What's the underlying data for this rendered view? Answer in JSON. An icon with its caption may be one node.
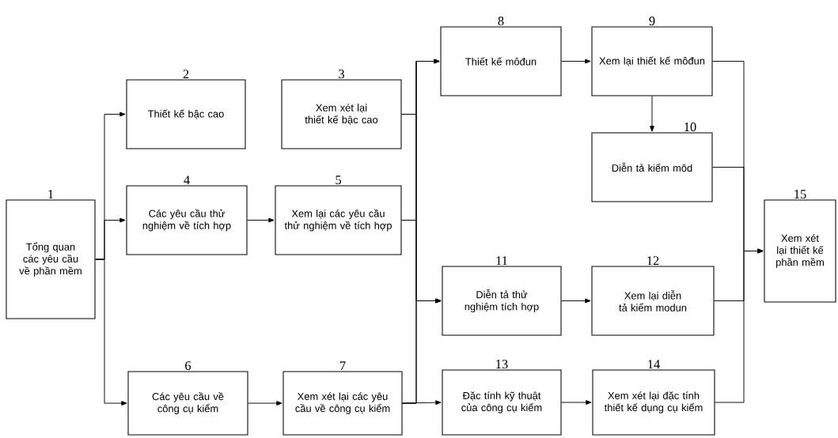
{
  "diagram": {
    "nodes": [
      {
        "text": [
          "1",
          "Tổng quan các yêu cầu về phần mềm"
        ]
      },
      {
        "text": [
          "2",
          "Thiết kế bậc cao"
        ]
      },
      {
        "text": [
          "3",
          "Xem xét lại thiết kế bậc cao"
        ]
      },
      {
        "text": [
          "4",
          "Các yêu cầu thử nghiệm về tích hợp"
        ]
      },
      {
        "text": [
          "5",
          "Xem lại các yêu cầu thử nghiệm về tích hợp"
        ]
      },
      {
        "text": [
          "6",
          "Các yêu cầu về công cụ kiểm"
        ]
      },
      {
        "text": [
          "7",
          "Xem xét lại các yêu cầu về công cụ kiểm"
        ]
      },
      {
        "text": [
          "8",
          "Thiết kế môđun"
        ]
      },
      {
        "text": [
          "9",
          "Xem lại thiết kế môđun"
        ]
      },
      {
        "text": [
          "10",
          "Diễn tả kiểm môd"
        ]
      },
      {
        "text": [
          "11",
          "Diễn tả thử nghiệm tích hợp"
        ]
      },
      {
        "text": [
          "12",
          "Xem lại diễn tả kiểm modun"
        ]
      },
      {
        "text": [
          "13",
          "Đặc tính kỹ thuật của công cụ kiểm"
        ]
      },
      {
        "text": [
          "14",
          "Xem xét lại đặc tính thiết kế dụng cụ kiểm"
        ]
      },
      {
        "text": [
          "15",
          "Xem xét lại thiết kế phần mềm"
        ]
      }
    ],
    "edges": [
      {
        "from": 0,
        "to": 1,
        "arrow": "to"
      },
      {
        "from": 0,
        "to": 3,
        "arrow": "to"
      },
      {
        "from": 0,
        "to": 5,
        "arrow": "to"
      },
      {
        "from": 3,
        "to": 4,
        "arrow": "to"
      },
      {
        "from": 5,
        "to": 6,
        "arrow": "to"
      },
      {
        "from": 2,
        "to": 7,
        "arrow": "to"
      },
      {
        "from": 2,
        "to": 10,
        "arrow": "to"
      },
      {
        "from": 4,
        "to": 7,
        "arrow": "to"
      },
      {
        "from": 4,
        "to": 10,
        "arrow": "to"
      },
      {
        "from": 6,
        "to": 7,
        "arrow": "to"
      },
      {
        "from": 6,
        "to": 10,
        "arrow": "to"
      },
      {
        "from": 6,
        "to": 12,
        "arrow": "to"
      },
      {
        "from": 7,
        "to": 8,
        "arrow": "to"
      },
      {
        "from": 8,
        "to": 9,
        "arrow": "to"
      },
      {
        "from": 10,
        "to": 11,
        "arrow": "to"
      },
      {
        "from": 12,
        "to": 13,
        "arrow": "to"
      },
      {
        "from": 8,
        "to": 14,
        "arrow": "to"
      },
      {
        "from": 9,
        "to": 14,
        "arrow": "to"
      },
      {
        "from": 11,
        "to": 14,
        "arrow": "to"
      },
      {
        "from": 13,
        "to": 14,
        "arrow": "to"
      }
    ]
  }
}
